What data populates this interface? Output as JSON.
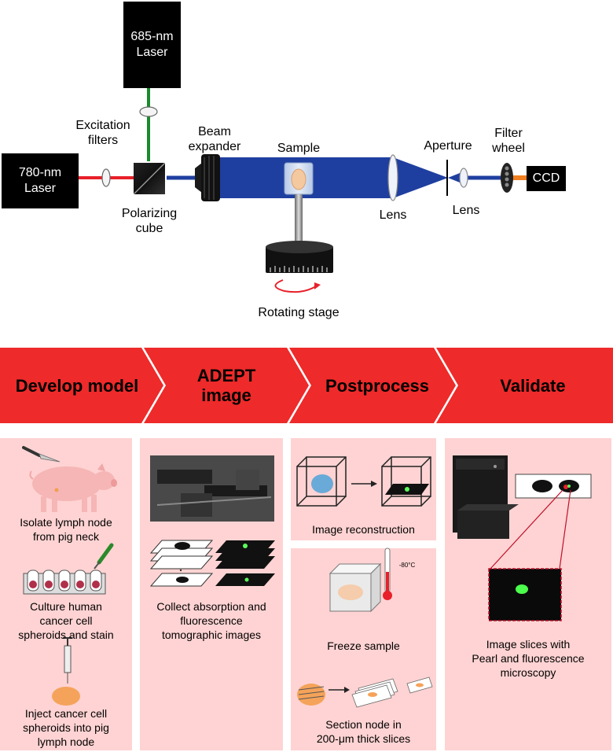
{
  "setup": {
    "laser_685": [
      "685-nm",
      "Laser"
    ],
    "laser_780": [
      "780-nm",
      "Laser"
    ],
    "excitation_filters": [
      "Excitation",
      "filters"
    ],
    "polarizing_cube": [
      "Polarizing",
      "cube"
    ],
    "beam_expander": [
      "Beam",
      "expander"
    ],
    "sample": "Sample",
    "rotating_stage": "Rotating stage",
    "lens_1": "Lens",
    "aperture": "Aperture",
    "lens_2": "Lens",
    "filter_wheel": [
      "Filter",
      "wheel"
    ],
    "ccd": "CCD",
    "colors": {
      "red_beam": "#e8202a",
      "green_beam": "#1a8a2a",
      "blue_beam": "#1f3fa0",
      "orange_beam": "#f08020"
    }
  },
  "workflow": {
    "steps": [
      {
        "label": [
          "Develop model"
        ]
      },
      {
        "label": [
          "ADEPT",
          "image"
        ]
      },
      {
        "label": [
          "Postprocess"
        ]
      },
      {
        "label": [
          "Validate"
        ]
      }
    ],
    "colors": {
      "chevron": "#ee2a2a",
      "panel": "#ffd3d3"
    }
  },
  "panels": {
    "develop": {
      "isolate": [
        "Isolate lymph node",
        "from pig neck"
      ],
      "culture": [
        "Culture human",
        "cancer cell",
        "spheroids and stain"
      ],
      "inject": [
        "Inject cancer cell",
        "spheroids into pig",
        "lymph node"
      ]
    },
    "adept": {
      "collect": [
        "Collect absorption and",
        "fluorescence",
        "tomographic images"
      ]
    },
    "post": {
      "reconstruction": "Image reconstruction",
      "temp": "-80°C",
      "freeze": "Freeze sample",
      "section": [
        "Section node in",
        "200-μm thick slices"
      ]
    },
    "validate": {
      "slices": [
        "Image slices with",
        "Pearl and fluorescence",
        "microscopy"
      ]
    }
  }
}
